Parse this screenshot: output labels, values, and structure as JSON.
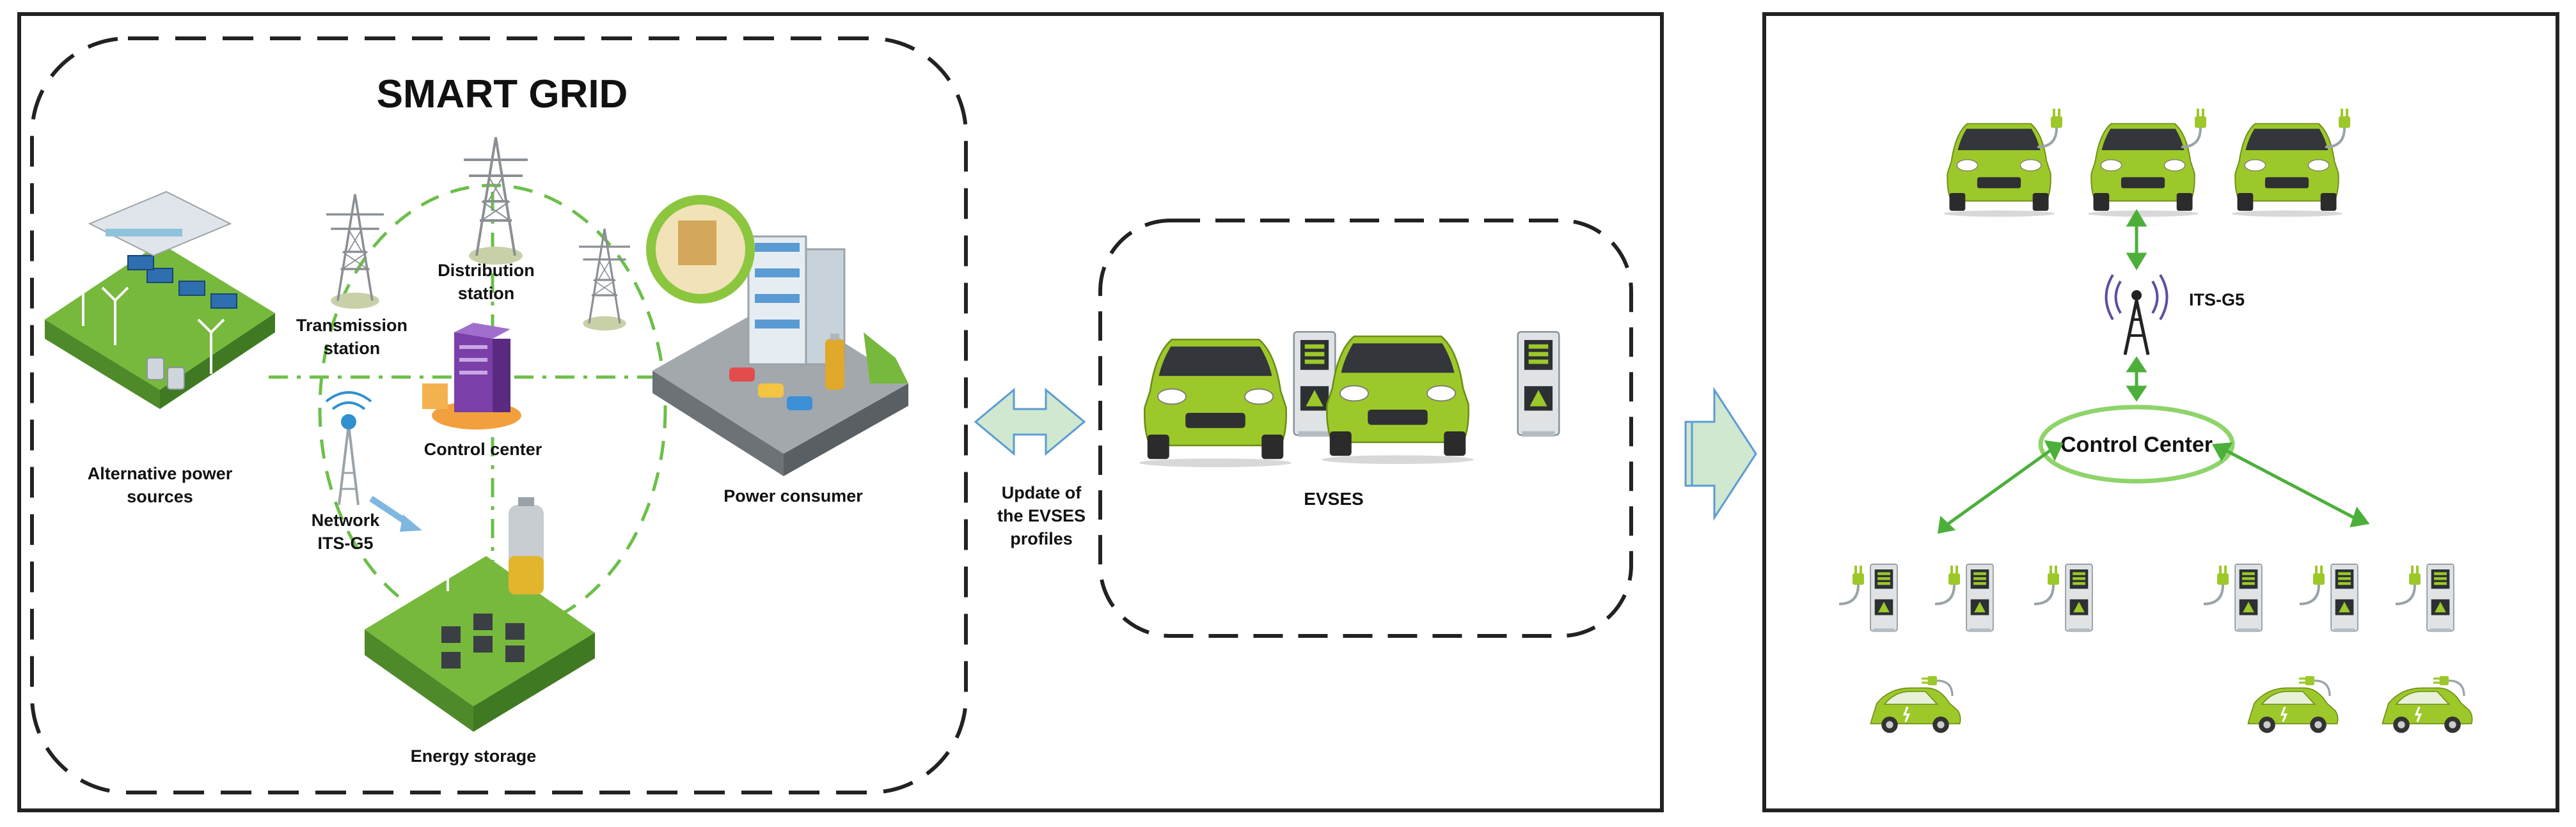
{
  "smart_grid": {
    "title": "SMART GRID",
    "alt_power_line1": "Alternative power",
    "alt_power_line2": "sources",
    "transmission_line1": "Transmission",
    "transmission_line2": "station",
    "distribution_line1": "Distribution",
    "distribution_line2": "station",
    "control_center": "Control center",
    "power_consumer": "Power consumer",
    "network_line1": "Network",
    "network_line2": "ITS-G5",
    "energy_storage": "Energy storage"
  },
  "update": {
    "line1": "Update of",
    "line2": "the EVSES",
    "line3": "profiles"
  },
  "evses": {
    "label": "EVSES"
  },
  "right_panel": {
    "its_label": "ITS-G5",
    "control_center": "Control Center"
  },
  "colors": {
    "car_green": "#9dc82a",
    "arrow_green": "#4caf3a",
    "ellipse_green": "#8ed46a",
    "dash_green": "#6cbf4a",
    "arrow_fill": "#cfe8cf"
  },
  "icons": [
    "wind-turbine-icon",
    "solar-panel-icon",
    "pylon-icon",
    "server-icon",
    "antenna-icon",
    "building-icon",
    "battery-icon",
    "car-icon",
    "charger-icon",
    "tower-icon"
  ]
}
